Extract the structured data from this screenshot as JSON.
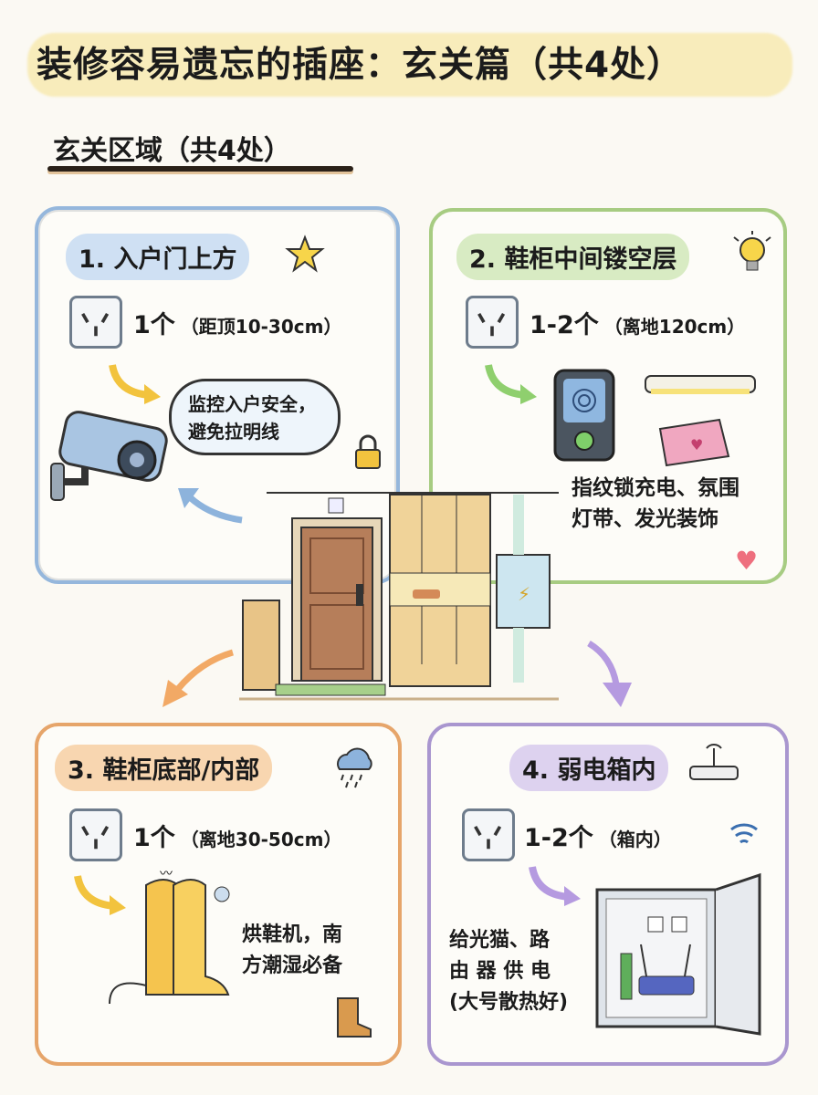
{
  "title": "装修容易遗忘的插座：玄关篇（共4处）",
  "subtitle": "玄关区域（共4处）",
  "sections": [
    {
      "heading": "1. 入户门上方",
      "count": "1个",
      "note": "（距顶10-30cm）",
      "desc": "监控入户安全，避免拉明线",
      "icon": "star-icon",
      "color": "#95b7dc"
    },
    {
      "heading": "2. 鞋柜中间镂空层",
      "count": "1-2个",
      "note": "（离地120cm）",
      "desc_lines": [
        "指纹锁充电、氛围",
        "灯带、发光装饰"
      ],
      "icon": "lightbulb-icon",
      "color": "#a7cc82"
    },
    {
      "heading": "3. 鞋柜底部/内部",
      "count": "1个",
      "note": "（离地30-50cm）",
      "desc_lines": [
        "烘鞋机，南",
        "方潮湿必备"
      ],
      "icon": "rain-cloud-icon",
      "color": "#e6a56a"
    },
    {
      "heading": "4. 弱电箱内",
      "count": "1-2个",
      "note": "（箱内）",
      "desc_lines": [
        "给光猫、路",
        "由 器 供 电",
        "(大号散热好)"
      ],
      "icon": "router-icon",
      "color": "#a996cf"
    }
  ]
}
